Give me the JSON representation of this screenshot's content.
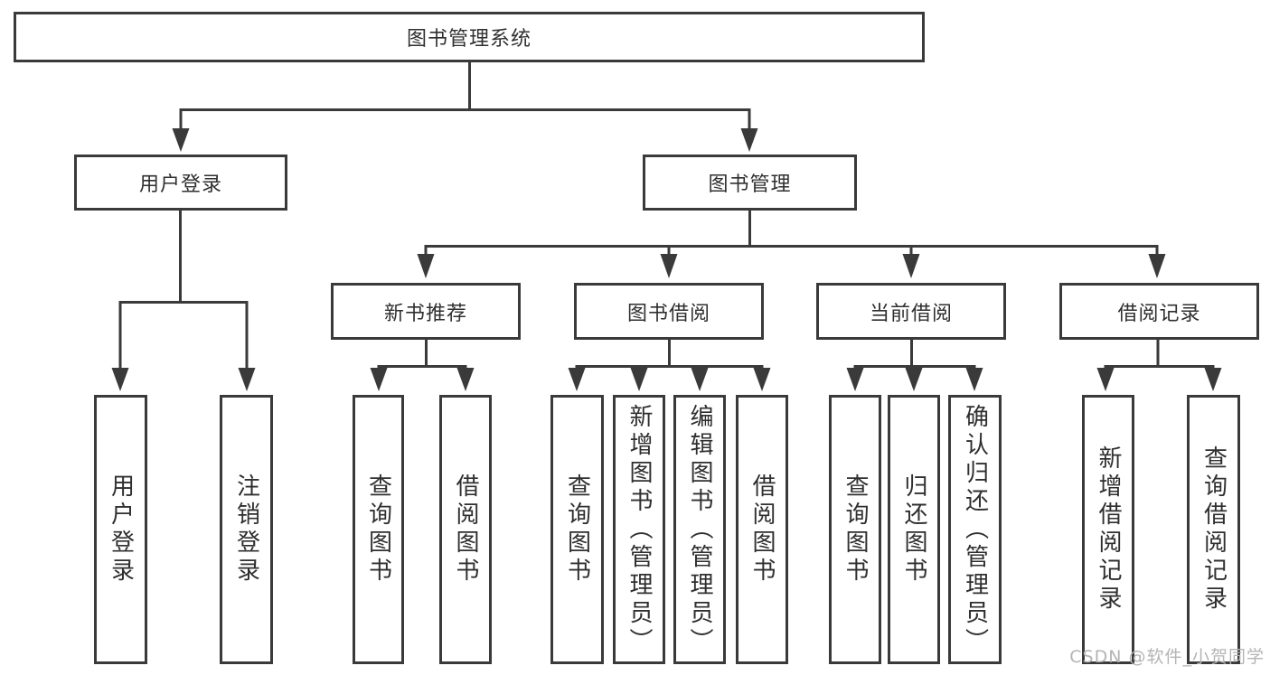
{
  "diagram": {
    "root": {
      "label": "图书管理系统"
    },
    "branches": [
      {
        "label": "用户登录",
        "children": [
          {
            "label": "用户登录"
          },
          {
            "label": "注销登录"
          }
        ]
      },
      {
        "label": "图书管理",
        "children": [
          {
            "label": "新书推荐",
            "children": [
              {
                "label": "查询图书"
              },
              {
                "label": "借阅图书"
              }
            ]
          },
          {
            "label": "图书借阅",
            "children": [
              {
                "label": "查询图书"
              },
              {
                "label": "新增图书（管理员）"
              },
              {
                "label": "编辑图书（管理员）"
              },
              {
                "label": "借阅图书"
              }
            ]
          },
          {
            "label": "当前借阅",
            "children": [
              {
                "label": "查询图书"
              },
              {
                "label": "归还图书"
              },
              {
                "label": "确认归还（管理员）"
              }
            ]
          },
          {
            "label": "借阅记录",
            "children": [
              {
                "label": "新增借阅记录"
              },
              {
                "label": "查询借阅记录"
              }
            ]
          }
        ]
      }
    ],
    "watermark": "CSDN @软件_小贺同学",
    "colors": {
      "line": "#3a3a3a",
      "text": "#2f2f2f",
      "watermark": "#b4b4b4",
      "background": "#ffffff"
    }
  }
}
